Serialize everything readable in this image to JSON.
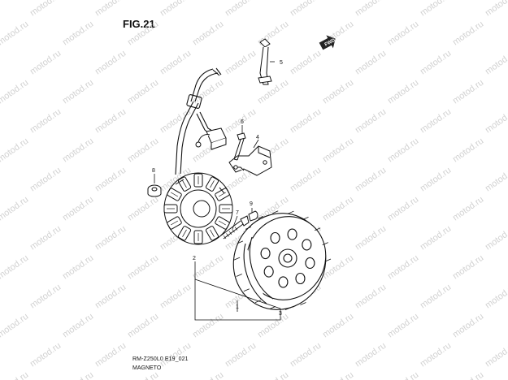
{
  "figure": {
    "title": "FIG.21",
    "code": "RM-Z250L0 E19_021",
    "name": "MAGNETO",
    "fwd_label": "FWD"
  },
  "callouts": [
    "1",
    "2",
    "3",
    "4",
    "5",
    "6",
    "7",
    "8",
    "9"
  ],
  "watermark": "motod.ru"
}
